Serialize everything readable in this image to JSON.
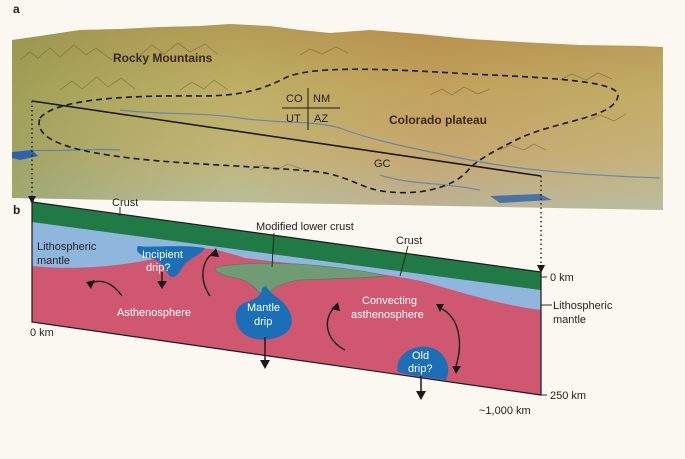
{
  "panel_a": {
    "label": "a",
    "rocky_mountains": "Rocky Mountains",
    "colorado_plateau": "Colorado plateau",
    "states": {
      "nw": "CO",
      "ne": "NM",
      "sw": "UT",
      "se": "AZ"
    },
    "gc": "GC"
  },
  "panel_b": {
    "label": "b",
    "crust_left": "Crust",
    "modified_lower_crust": "Modified lower crust",
    "crust_right": "Crust",
    "lith_mantle_left": [
      "Lithospheric",
      "mantle"
    ],
    "incipient_drip": [
      "Incipient",
      "drip?"
    ],
    "asthenosphere": "Asthenosphere",
    "mantle_drip": [
      "Mantle",
      "drip"
    ],
    "convecting": [
      "Convecting",
      "asthenosphere"
    ],
    "old_drip": [
      "Old",
      "drip?"
    ],
    "lith_mantle_right": [
      "Lithospheric",
      "mantle"
    ],
    "depth_top": "0 km",
    "depth_left": "0 km",
    "depth_bottom": "250 km",
    "distance": "~1,000 km"
  },
  "colors": {
    "crust": "#1f7a45",
    "lithospheric_mantle": "#8fb7dd",
    "asthenosphere": "#cf5870",
    "drip": "#1a6fb7",
    "modified_crust": "#6f9c74"
  }
}
